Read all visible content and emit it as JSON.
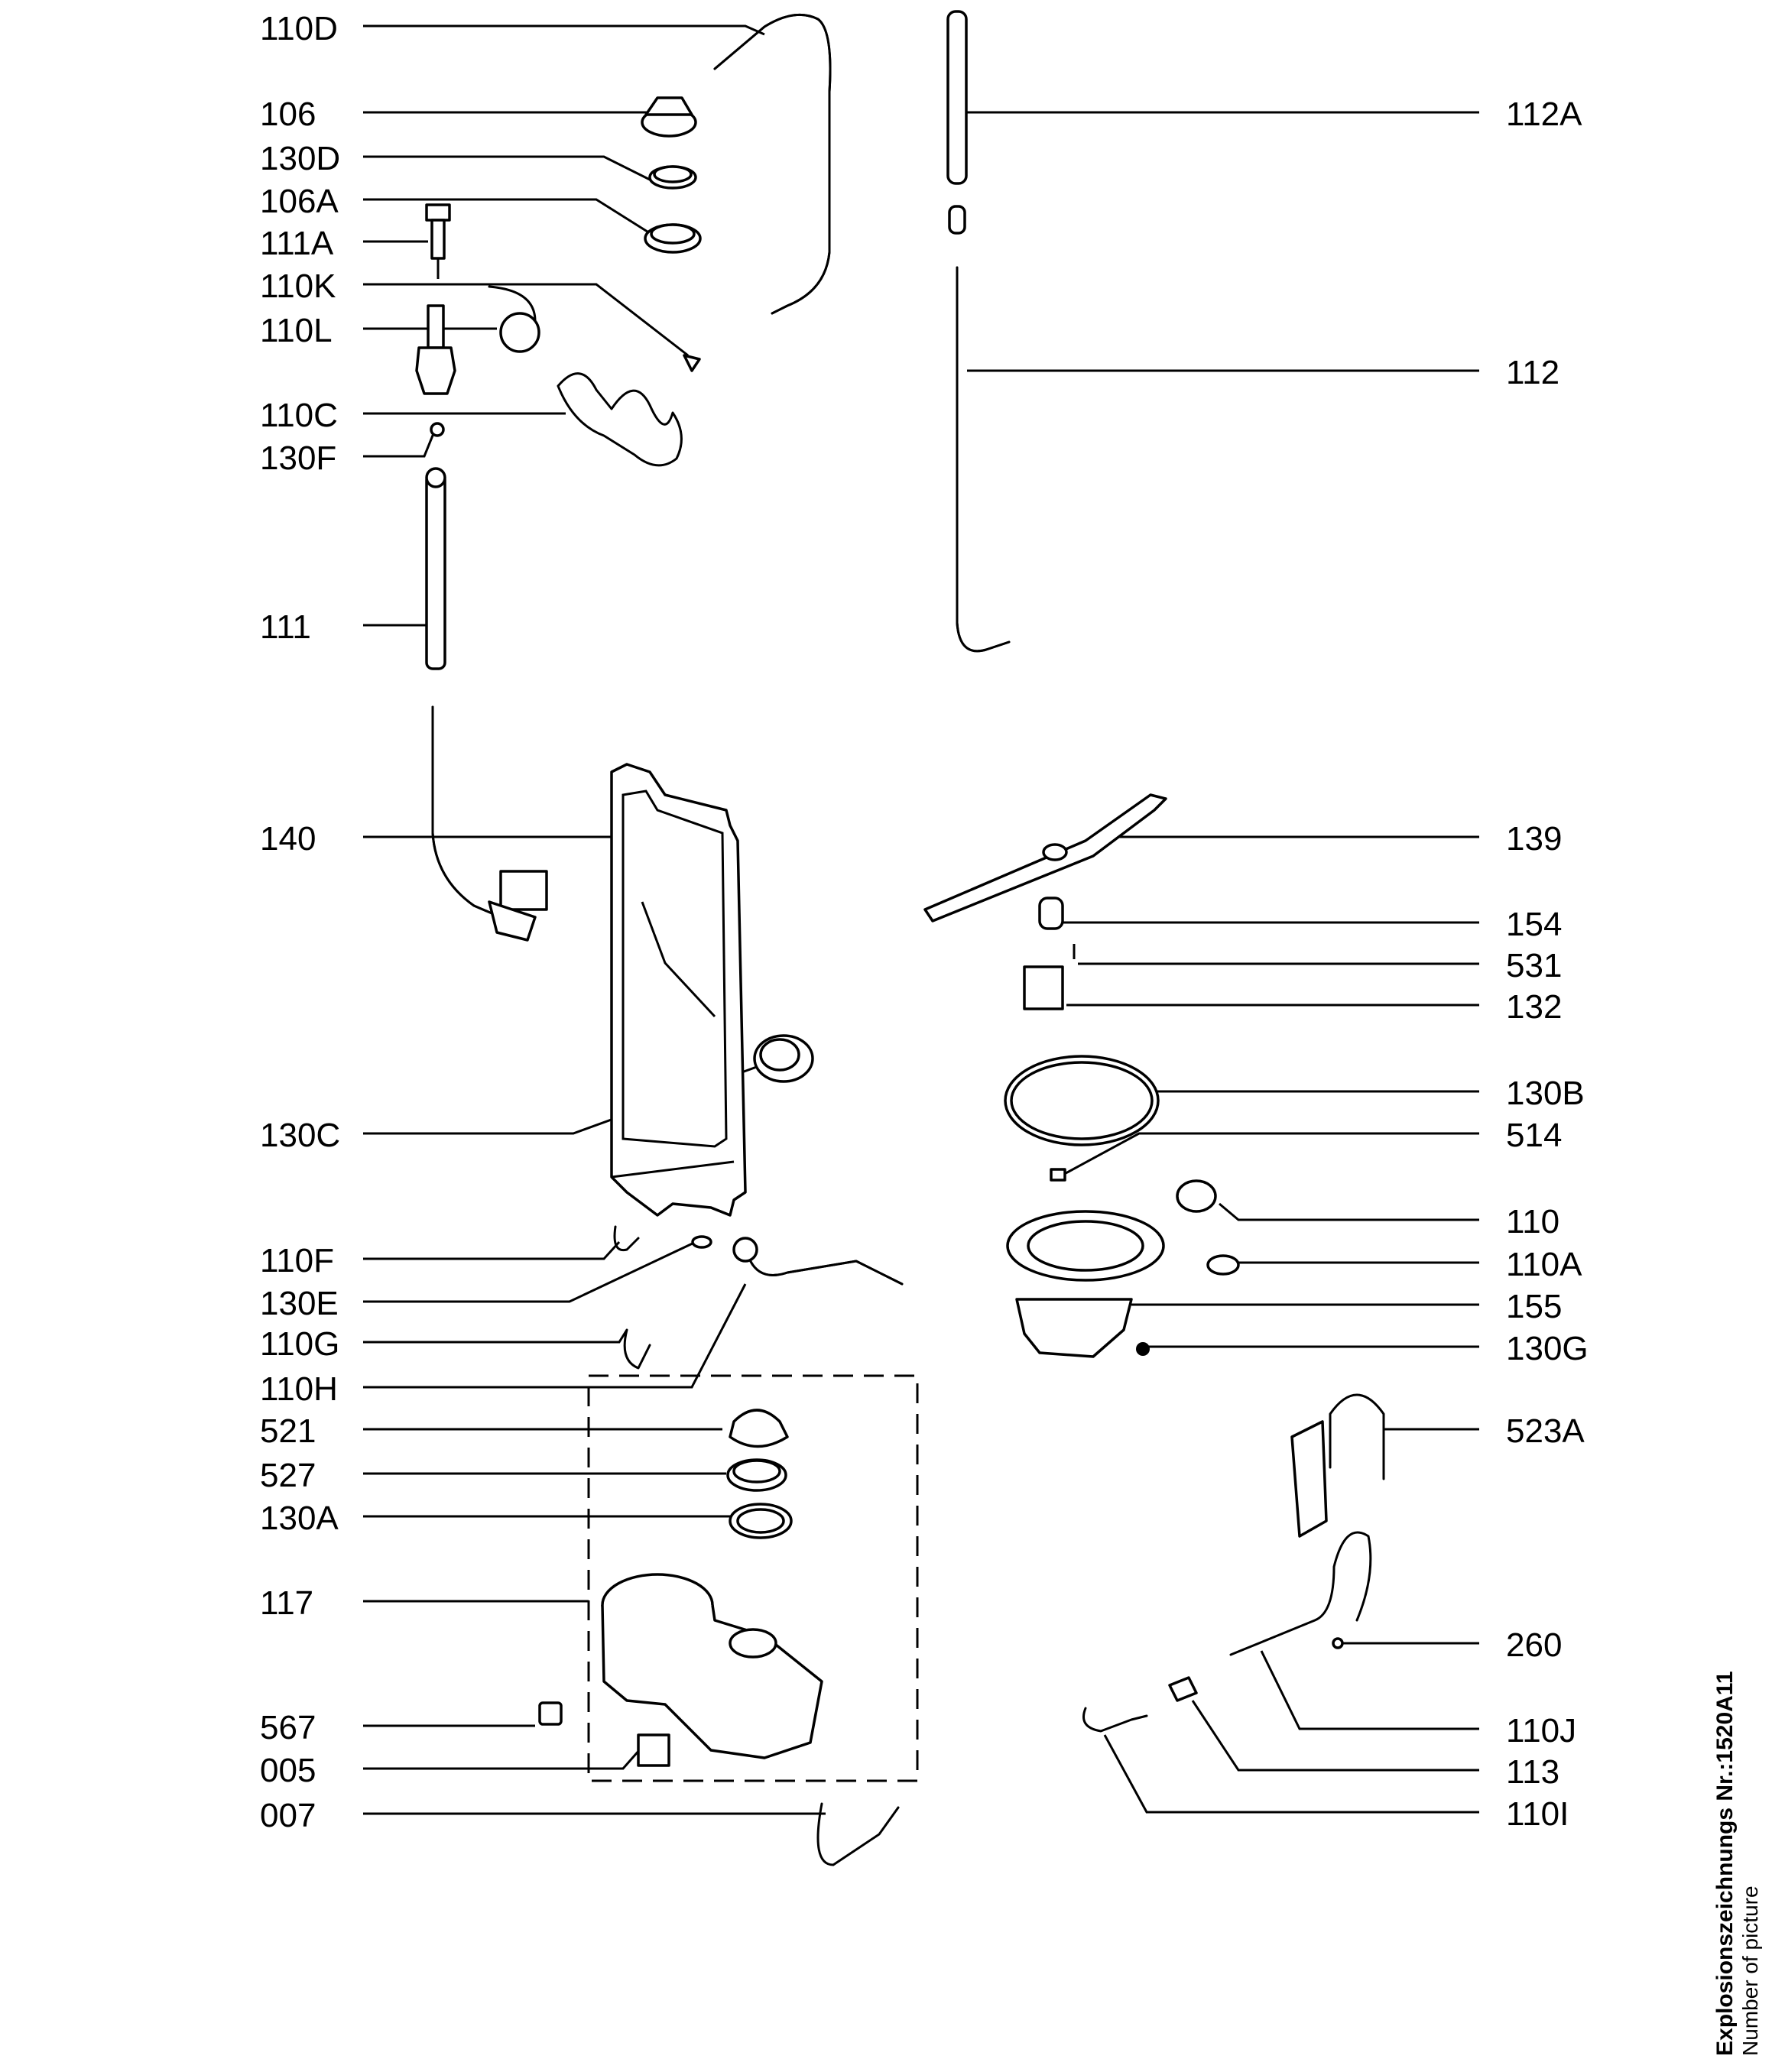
{
  "labels_left": [
    "110D",
    "106",
    "130D",
    "106A",
    "111A",
    "110K",
    "110L",
    "110C",
    "130F",
    "111",
    "140",
    "130C",
    "110F",
    "130E",
    "110G",
    "110H",
    "521",
    "527",
    "130A",
    "117",
    "567",
    "005",
    "007"
  ],
  "labels_right": [
    "112A",
    "112",
    "139",
    "154",
    "531",
    "132",
    "130B",
    "514",
    "110",
    "110A",
    "155",
    "130G",
    "523A",
    "260",
    "110J",
    "113",
    "110I"
  ],
  "footer": {
    "line1": "Explosionszeichnungs Nr.:1520A11",
    "line2": "Number of picture"
  }
}
